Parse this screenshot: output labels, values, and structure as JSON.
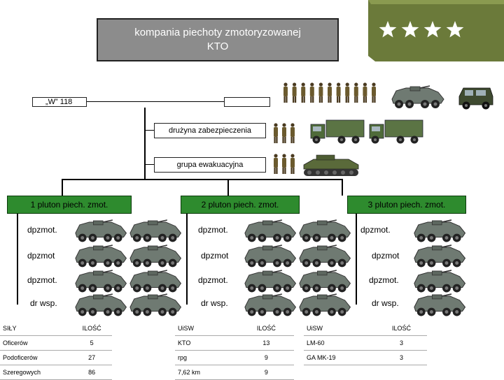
{
  "title": {
    "line1": "kompania piechoty zmotoryzowanej",
    "line2": "KTO"
  },
  "command": {
    "label": "„W” 118"
  },
  "security": {
    "label": "drużyna zabezpieczenia"
  },
  "evacuation": {
    "label": "grupa ewakuacyjna"
  },
  "platoons": [
    {
      "name": "1 pluton piech. zmot.",
      "units": [
        "dpzmot.",
        "dpzmot",
        "dpzmot.",
        "dr wsp."
      ]
    },
    {
      "name": "2 pluton piech. zmot.",
      "units": [
        "dpzmot.",
        "dpzmot",
        "dpzmot.",
        "dr wsp."
      ]
    },
    {
      "name": "3 pluton piech. zmot.",
      "units": [
        "dpzmot.",
        "dpzmot",
        "dpzmot.",
        "dr wsp."
      ]
    }
  ],
  "tables": {
    "forces": {
      "headers": [
        "SIŁY",
        "ILOŚĆ"
      ],
      "rows": [
        [
          "Oficerów",
          "5"
        ],
        [
          "Podoficerów",
          "27"
        ],
        [
          "Szeregowych",
          "86"
        ]
      ]
    },
    "weapons1": {
      "headers": [
        "UiSW",
        "ILOŚĆ"
      ],
      "rows": [
        [
          "KTO",
          "13"
        ],
        [
          "rpg",
          "9"
        ],
        [
          "7,62 km",
          "9"
        ]
      ]
    },
    "weapons2": {
      "headers": [
        "UiSW",
        "ILOŚĆ"
      ],
      "rows": [
        [
          "LM-60",
          "3"
        ],
        [
          "GA MK-19",
          "3"
        ]
      ]
    }
  },
  "colors": {
    "platoon": "#2e8b2e",
    "title_bg": "#8c8c8c",
    "rank_bg": "#6b7a3a",
    "apc": "#6f7a72",
    "truck": "#4f6b3a",
    "soldier": "#6b5a2e"
  },
  "icons": {
    "stars": "star-icon",
    "apc": "apc-icon",
    "soldier": "soldier-icon",
    "truck": "truck-icon",
    "jeep": "jeep-icon"
  }
}
